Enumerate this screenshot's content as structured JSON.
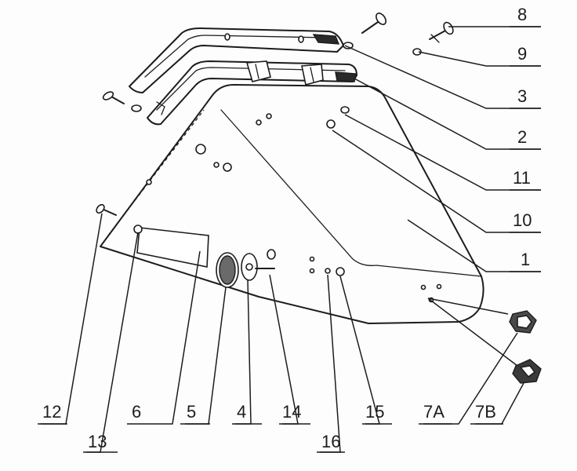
{
  "diagram": {
    "callouts": [
      {
        "id": "c8",
        "label": "8"
      },
      {
        "id": "c9",
        "label": "9"
      },
      {
        "id": "c3",
        "label": "3"
      },
      {
        "id": "c2",
        "label": "2"
      },
      {
        "id": "c11",
        "label": "11"
      },
      {
        "id": "c10",
        "label": "10"
      },
      {
        "id": "c1",
        "label": "1"
      },
      {
        "id": "c7A",
        "label": "7A"
      },
      {
        "id": "c7B",
        "label": "7B"
      },
      {
        "id": "c12",
        "label": "12"
      },
      {
        "id": "c13",
        "label": "13"
      },
      {
        "id": "c6",
        "label": "6"
      },
      {
        "id": "c5",
        "label": "5"
      },
      {
        "id": "c4",
        "label": "4"
      },
      {
        "id": "c14",
        "label": "14"
      },
      {
        "id": "c16",
        "label": "16"
      },
      {
        "id": "c15",
        "label": "15"
      }
    ],
    "colors": {
      "ink": "#1c1c1c",
      "paper": "#fdfdfd"
    }
  }
}
